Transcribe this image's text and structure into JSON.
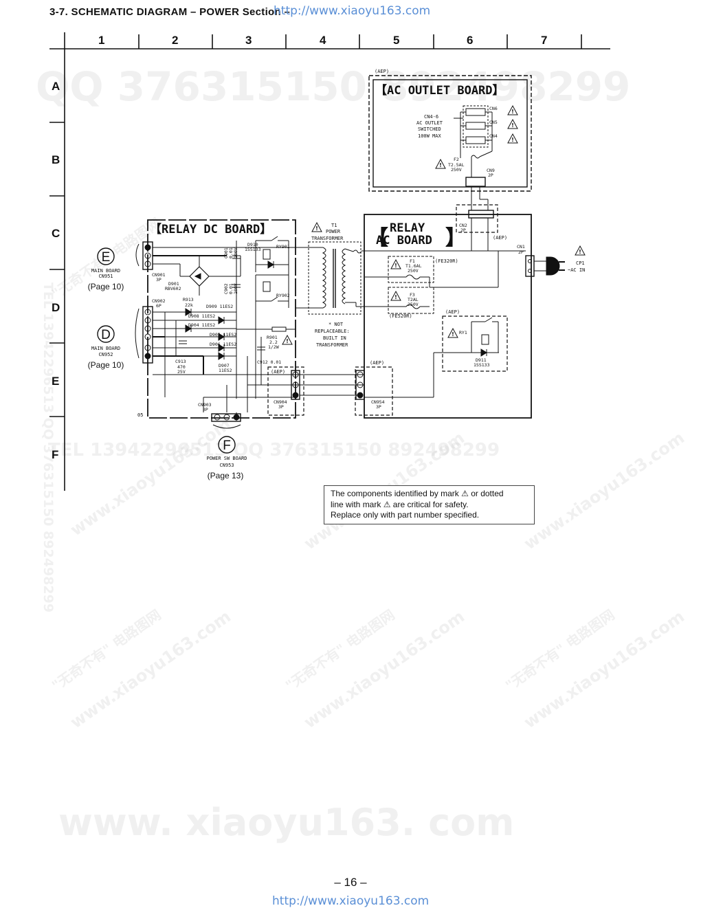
{
  "header": {
    "title": "3-7.   SCHEMATIC  DIAGRAM  – POWER Section –",
    "url_top": "http://www.xiaoyu163.com"
  },
  "grid": {
    "columns": [
      "1",
      "2",
      "3",
      "4",
      "5",
      "6",
      "7"
    ],
    "rows": [
      "A",
      "B",
      "C",
      "D",
      "E",
      "F"
    ]
  },
  "boards": {
    "ac_outlet": {
      "title": "【AC OUTLET BOARD】",
      "region": "(AEP)"
    },
    "relay_dc": {
      "title": "【RELAY DC BOARD】"
    },
    "relay_ac": {
      "title_line1": "RELAY",
      "title_line2": "AC BOARD"
    }
  },
  "connectors": {
    "E": {
      "letter": "E",
      "line1": "MAIN BOARD",
      "line2": "CN951",
      "page": "(Page 10)"
    },
    "D": {
      "letter": "D",
      "line1": "MAIN BOARD",
      "line2": "CN952",
      "page": "(Page 10)"
    },
    "F": {
      "letter": "F",
      "line1": "POWER SW BOARD",
      "line2": "CN953",
      "page": "(Page 13)"
    }
  },
  "components": {
    "cn4_6": [
      "CN4-6",
      "AC OUTLET",
      "SWITCHED",
      "100W MAX"
    ],
    "cn6": "CN6",
    "cn5": "CN5",
    "cn4": "CN4",
    "f2": [
      "F2",
      "T2.5AL",
      "250V"
    ],
    "cn9": [
      "CN9",
      "2P"
    ],
    "cn2": [
      "CN2",
      "2P"
    ],
    "aep": "(AEP)",
    "t1": [
      "T1",
      "POWER",
      "TRANSFORMER"
    ],
    "not_replaceable": [
      "* NOT",
      "REPLACEABLE:",
      "BUILT IN",
      "TRANSFORMER"
    ],
    "cn1": [
      "CN1",
      "2P"
    ],
    "cp1": [
      "CP1",
      "~AC IN"
    ],
    "f1": [
      "F1",
      "T1.6AL",
      "250V"
    ],
    "f1_note": "(FE320R)",
    "f3": [
      "F3",
      "T2AL",
      "250V"
    ],
    "f3_note": "(FE520R)",
    "ry1": "RY1",
    "d911": [
      "D911",
      "1SS133"
    ],
    "cn901": [
      "CN901",
      "3P"
    ],
    "d901": [
      "D901",
      "RBV602"
    ],
    "c901": [
      "C901",
      "0.01",
      "100V"
    ],
    "d910": [
      "D910",
      "1SS133"
    ],
    "ry901": "RY901",
    "c902": [
      "C902",
      "0.01",
      "100V"
    ],
    "ry902": "RY902",
    "cn902": [
      "CN902",
      "6P"
    ],
    "r913": [
      "R913",
      "22k"
    ],
    "d909": "D909 11ES2",
    "d908": "D908 11ES2",
    "d904": "D904 11ES2",
    "d905": "D905 11ES2",
    "d906": "D906 11ES2",
    "d907": [
      "D907",
      "11ES2"
    ],
    "r901": [
      "R901",
      "2.2",
      "1/2W"
    ],
    "c913": [
      "C913",
      "470",
      "25V"
    ],
    "c912": "C912 0.01",
    "cn904": [
      "CN904",
      "3P"
    ],
    "cn954": [
      "CN954",
      "3P"
    ],
    "cn903": [
      "CN903",
      "3P"
    ],
    "label_05": "05"
  },
  "safety_note": {
    "line1": "The components identified by mark ⚠ or dotted",
    "line2": "line with mark ⚠ are critical for safety.",
    "line3": "Replace only with part number specified."
  },
  "footer": {
    "page_number": "– 16 –",
    "url_bottom": "http://www.xiaoyu163.com"
  },
  "watermarks": {
    "qq_top": "QQ 376315150  892498299",
    "tel_mid": "TEL 13942296513  QQ 376315150  892498299",
    "tel_side": "TEL 13942296513  QQ 376315150  892498299",
    "site": "www.xiaoyu163.com",
    "cn": "\"无奇不有\" 电路图网",
    "big": "www. xiaoyu163. com"
  }
}
